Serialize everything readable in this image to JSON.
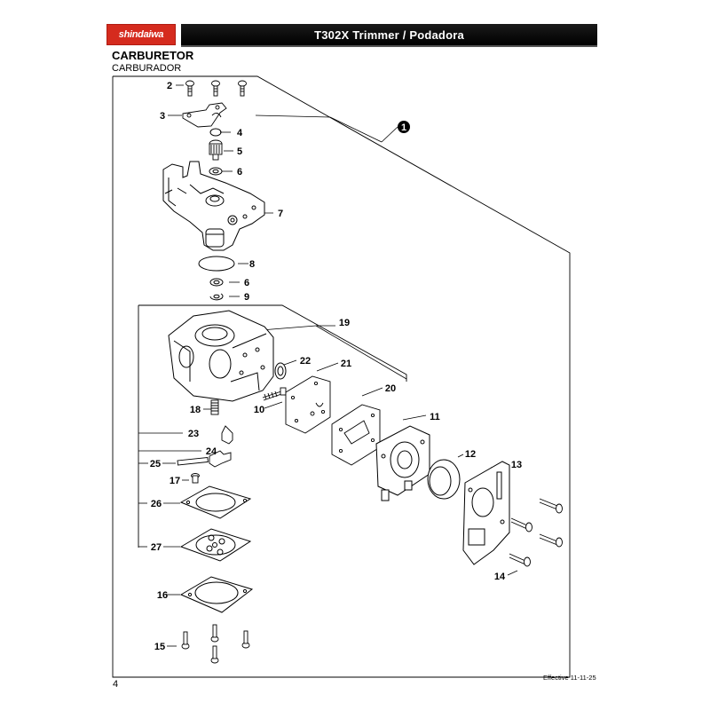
{
  "header": {
    "brand": "shindaiwa",
    "title": "T302X Trimmer / Podadora",
    "brand_color": "#d52b1e"
  },
  "section": {
    "title": "CARBURETOR",
    "subtitle": "CARBURADOR"
  },
  "callouts": {
    "c1": "1",
    "c2": "2",
    "c3": "3",
    "c4": "4",
    "c5": "5",
    "c6a": "6",
    "c7": "7",
    "c8": "8",
    "c6b": "6",
    "c9": "9",
    "c19": "19",
    "c22": "22",
    "c21": "21",
    "c20": "20",
    "c10": "10",
    "c18": "18",
    "c11": "11",
    "c23": "23",
    "c24": "24",
    "c12": "12",
    "c13": "13",
    "c25": "25",
    "c17": "17",
    "c26": "26",
    "c27": "27",
    "c14": "14",
    "c16": "16",
    "c15": "15"
  },
  "footer": {
    "page_number": "4",
    "effective": "Effective 11-11-25"
  }
}
